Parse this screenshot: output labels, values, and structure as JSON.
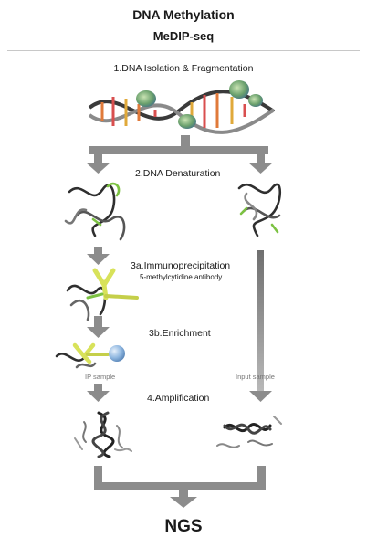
{
  "header": {
    "title": "DNA Methylation",
    "subtitle": "MeDIP-seq"
  },
  "steps": {
    "isolation": "1.DNA Isolation & Fragmentation",
    "denaturation": "2.DNA Denaturation",
    "immunoprecipitation": "3a.Immunoprecipitation",
    "antibody": "5-methylcytidine antibody",
    "enrichment": "3b.Enrichment",
    "amplification": "4.Amplification"
  },
  "samples": {
    "ip": "IP sample",
    "input": "Input sample"
  },
  "output": "NGS",
  "colors": {
    "arrow": "#8c8c8c",
    "dna_strand": "#2f2f2f",
    "methyl_mark": "#7cc242",
    "antibody": "#d8e25a",
    "bead": "#8fb7e0"
  }
}
